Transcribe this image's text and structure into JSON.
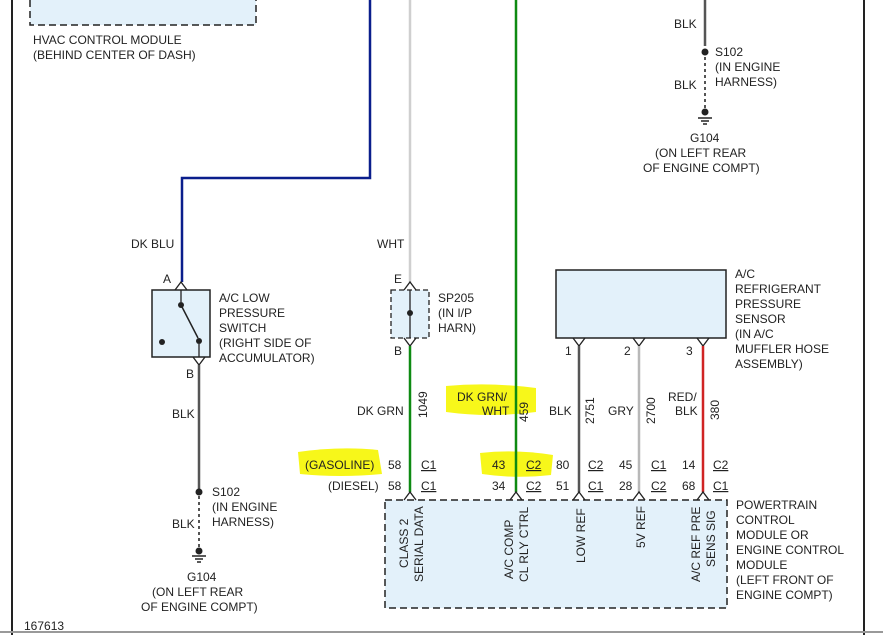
{
  "diagram_id": "167613",
  "hvac": {
    "name": "HVAC CONTROL MODULE",
    "location": "(BEHIND CENTER OF DASH)"
  },
  "wires": {
    "dk_blu": "DK BLU",
    "wht": "WHT",
    "blk": "BLK",
    "dk_grn": "DK GRN",
    "dk_grn_wht_1": "DK GRN/",
    "dk_grn_wht_2": "WHT",
    "gry": "GRY",
    "red_blk_1": "RED/",
    "red_blk_2": "BLK"
  },
  "circuits": {
    "c1049": "1049",
    "c459": "459",
    "c2751": "2751",
    "c2700": "2700",
    "c380": "380"
  },
  "ac_low_switch": {
    "pin_a": "A",
    "pin_b": "B",
    "line1": "A/C LOW",
    "line2": "PRESSURE",
    "line3": "SWITCH",
    "line4": "(RIGHT SIDE OF",
    "line5": "ACCUMULATOR)"
  },
  "sp205": {
    "pin_e": "E",
    "pin_b": "B",
    "line1": "SP205",
    "line2": "(IN I/P",
    "line3": "HARN)"
  },
  "s102": {
    "name": "S102",
    "line1": "(IN ENGINE",
    "line2": "HARNESS)"
  },
  "g104": {
    "name": "G104",
    "line1": "(ON LEFT REAR",
    "line2": "OF ENGINE COMPT)"
  },
  "sensor": {
    "pin1": "1",
    "pin2": "2",
    "pin3": "3",
    "line1": "A/C",
    "line2": "REFRIGERANT",
    "line3": "PRESSURE",
    "line4": "SENSOR",
    "line5": "(IN A/C",
    "line6": "MUFFLER HOSE",
    "line7": "ASSEMBLY)"
  },
  "gasoline": {
    "label": "(GASOLINE)",
    "p1": "58",
    "c1": "C1",
    "p2": "43",
    "c2": "C2",
    "p3": "80",
    "c3": "C2",
    "p4": "45",
    "c4": "C1",
    "p5": "14",
    "c5": "C2"
  },
  "diesel": {
    "label": "(DIESEL)",
    "p1": "58",
    "c1": "C1",
    "p2": "34",
    "c2": "C2",
    "p3": "51",
    "c3": "C1",
    "p4": "28",
    "c4": "C2",
    "p5": "68",
    "c5": "C1"
  },
  "pcm": {
    "line1": "POWERTRAIN",
    "line2": "CONTROL",
    "line3": "MODULE OR",
    "line4": "ENGINE CONTROL",
    "line5": "MODULE",
    "line6": "(LEFT FRONT OF",
    "line7": "ENGINE COMPT)",
    "sig1a": "CLASS 2",
    "sig1b": "SERIAL DATA",
    "sig2a": "A/C COMP",
    "sig2b": "CL RLY CTRL",
    "sig3": "LOW REF",
    "sig4": "5V REF",
    "sig5a": "A/C REF PRE",
    "sig5b": "SENS SIG"
  },
  "colors": {
    "dk_blu": "#0a1e8c",
    "wht": "#cfcfcf",
    "blk": "#555555",
    "dk_grn": "#0e8a12",
    "gry": "#b8b8b8",
    "red": "#d02424",
    "box_fill": "#e3f1fa",
    "highlight": "#f7f71a"
  }
}
